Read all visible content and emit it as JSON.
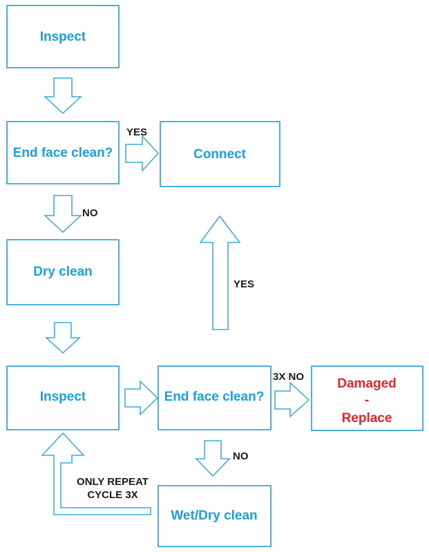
{
  "diagram": {
    "title": "Fiber optic end face inspection and cleaning flowchart",
    "colors": {
      "node_border": "#1ba0d7",
      "node_text": "#1a9fdb",
      "danger_text": "#ea2128",
      "arrow_stroke": "#35a8dd",
      "edge_label_text": "#1a1a1a",
      "background": "#ffffff"
    },
    "nodes": [
      {
        "id": "inspect_top",
        "label": "Inspect",
        "style": "normal"
      },
      {
        "id": "end_face_clean_top",
        "label": "End face clean?",
        "style": "normal"
      },
      {
        "id": "connect",
        "label": "Connect",
        "style": "normal"
      },
      {
        "id": "dry_clean",
        "label": "Dry clean",
        "style": "normal"
      },
      {
        "id": "inspect_bottom",
        "label": "Inspect",
        "style": "normal"
      },
      {
        "id": "end_face_clean_bot",
        "label": "End face clean?",
        "style": "normal"
      },
      {
        "id": "damaged_replace",
        "label": "Damaged - Replace",
        "style": "danger",
        "lines": [
          "Damaged",
          "-",
          "Replace"
        ]
      },
      {
        "id": "wet_dry_clean",
        "label": "Wet/Dry clean",
        "style": "normal"
      }
    ],
    "edges": [
      {
        "id": "e1",
        "from": "inspect_top",
        "to": "end_face_clean_top",
        "label": "",
        "direction": "down"
      },
      {
        "id": "e2",
        "from": "end_face_clean_top",
        "to": "connect",
        "label": "YES",
        "direction": "right"
      },
      {
        "id": "e3",
        "from": "end_face_clean_top",
        "to": "dry_clean",
        "label": "NO",
        "direction": "down"
      },
      {
        "id": "e4",
        "from": "dry_clean",
        "to": "inspect_bottom",
        "label": "",
        "direction": "down"
      },
      {
        "id": "e5",
        "from": "inspect_bottom",
        "to": "end_face_clean_bot",
        "label": "",
        "direction": "right"
      },
      {
        "id": "e6",
        "from": "end_face_clean_bot",
        "to": "connect",
        "label": "YES",
        "direction": "up"
      },
      {
        "id": "e7",
        "from": "end_face_clean_bot",
        "to": "damaged_replace",
        "label": "3X NO",
        "direction": "right"
      },
      {
        "id": "e8",
        "from": "end_face_clean_bot",
        "to": "wet_dry_clean",
        "label": "NO",
        "direction": "down"
      },
      {
        "id": "e9",
        "from": "wet_dry_clean",
        "to": "inspect_bottom",
        "label": "ONLY REPEAT CYCLE 3X",
        "direction": "loop-up",
        "label_lines": [
          "ONLY REPEAT",
          "CYCLE 3X"
        ]
      }
    ],
    "labels": {
      "yes_top": "YES",
      "no_top": "NO",
      "yes_vertical": "YES",
      "no_bottom": "NO",
      "three_x_no": "3X NO",
      "only_repeat_line1": "ONLY REPEAT",
      "only_repeat_line2": "CYCLE 3X"
    },
    "node_text": {
      "inspect_top": "Inspect",
      "end_face_clean_top": "End face clean?",
      "connect": "Connect",
      "dry_clean": "Dry clean",
      "inspect_bottom": "Inspect",
      "end_face_clean_bot": "End face clean?",
      "damaged_line1": "Damaged",
      "damaged_line2": "-",
      "damaged_line3": "Replace",
      "wet_dry_clean": "Wet/Dry clean"
    }
  }
}
